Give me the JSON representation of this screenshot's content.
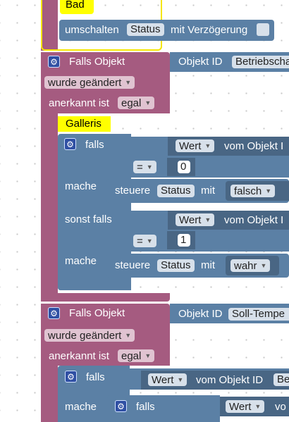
{
  "top_block": {
    "header": "Bad",
    "toggle_label": "umschalten",
    "toggle_field": "Status",
    "toggle_suffix": "mit Verzögerung"
  },
  "event_block_1": {
    "title": "Falls Objekt",
    "object_id_label": "Objekt ID",
    "object_id_value": "Betriebscha",
    "trigger": "wurde geändert",
    "ack_label": "anerkannt ist",
    "ack_value": "egal",
    "comment": "Galleris",
    "if_label": "falls",
    "value_select": "Wert",
    "of_object": "vom Objekt I",
    "op_1": "=",
    "num_1": "0",
    "do_label": "mache",
    "set_label": "steuere",
    "set_field": "Status",
    "with_label": "mit",
    "bool_1": "falsch",
    "elseif_label": "sonst falls",
    "value_select_2": "Wert",
    "of_object_2": "vom Objekt I",
    "op_2": "=",
    "num_2": "1",
    "do_label_2": "mache",
    "set_label_2": "steuere",
    "set_field_2": "Status",
    "with_label_2": "mit",
    "bool_2": "wahr"
  },
  "event_block_2": {
    "title": "Falls Objekt",
    "object_id_label": "Objekt ID",
    "object_id_value": "Soll-Tempe",
    "trigger": "wurde geändert",
    "ack_label": "anerkannt ist",
    "ack_value": "egal",
    "if_label": "falls",
    "value_select": "Wert",
    "of_object": "vom Objekt ID",
    "object_id_tail": "Be",
    "do_label": "mache",
    "inner_if_label": "falls",
    "inner_value_select": "Wert",
    "inner_of": "vo"
  },
  "icons": {
    "gear": "⚙",
    "dropdown": "▼"
  },
  "colors": {
    "event_block": "#a55b80",
    "logic_block": "#5b80a5",
    "comment": "#ffff00"
  }
}
